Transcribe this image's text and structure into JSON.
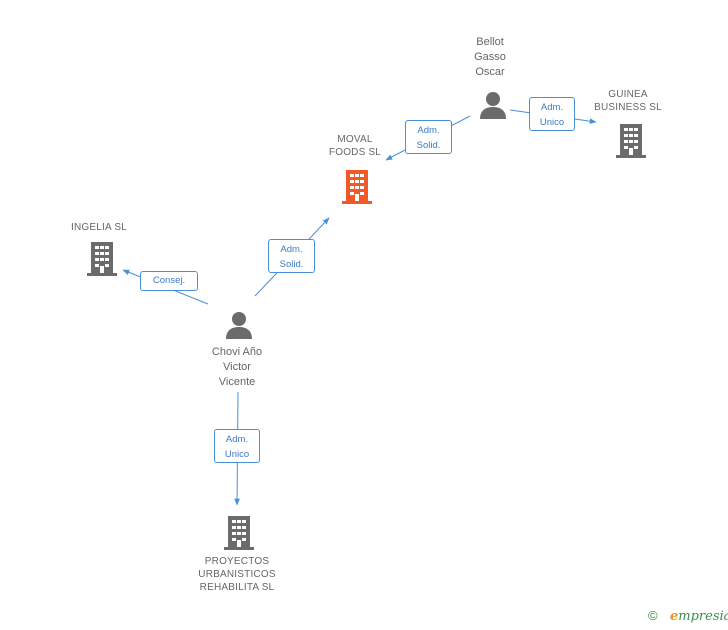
{
  "nodes": {
    "bellot": {
      "label": "Bellot\nGasso\nOscar",
      "kind": "person-icon"
    },
    "moval": {
      "label": "MOVAL\nFOODS SL",
      "kind": "building-icon",
      "highlight": true
    },
    "guinea": {
      "label": "GUINEA\nBUSINESS SL",
      "kind": "building-icon"
    },
    "ingelia": {
      "label": "INGELIA SL",
      "kind": "building-icon"
    },
    "chovi": {
      "label": "Chovi Año\nVictor\nVicente",
      "kind": "person-icon"
    },
    "proyectos": {
      "label": "PROYECTOS\nURBANISTICOS\nREHABILITA SL",
      "kind": "building-icon"
    }
  },
  "edges": {
    "bellot_moval": {
      "label": "Adm.\nSolid."
    },
    "bellot_guinea": {
      "label": "Adm.\nUnico"
    },
    "chovi_moval": {
      "label": "Adm.\nSolid."
    },
    "chovi_ingelia": {
      "label": "Consej."
    },
    "chovi_proyectos": {
      "label": "Adm.\nUnico"
    }
  },
  "colors": {
    "edge": "#4a90d9",
    "node_icon": "#6b6b6b",
    "highlight": "#f05a28",
    "label": "#666666"
  },
  "footer": {
    "copyright": "©",
    "brand_initial": "e",
    "brand_rest": "mpresia"
  }
}
